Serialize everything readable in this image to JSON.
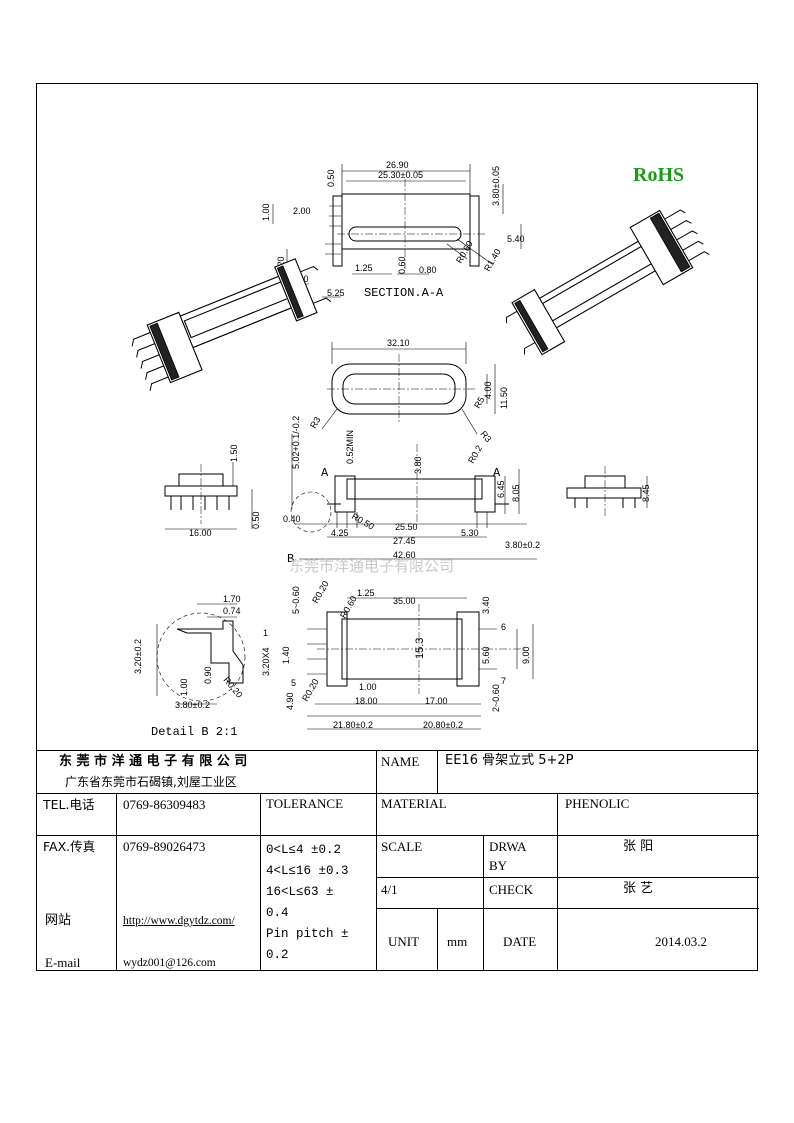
{
  "title_block": {
    "company": "东 莞 市 洋 通 电 子 有 限 公 司",
    "address": "广东省东莞市石碣镇,刘屋工业区",
    "name_label": "NAME",
    "name_value": "EE16 骨架立式 5+2P",
    "tel_label": "TEL.电话",
    "tel_value": "0769-86309483",
    "fax_label": "FAX.传真",
    "fax_value": "0769-89026473",
    "website_label": "网站",
    "website_value": "http://www.dgytdz.com/",
    "email_label": "E-mail",
    "email_value": "wydz001@126.com",
    "tolerance_label": "TOLERANCE",
    "tolerance_lines": [
      "0<L≤4  ±0.2",
      "4<L≤16 ±0.3",
      "16<L≤63 ±",
      "0.4",
      "Pin pitch ±",
      "0.2"
    ],
    "material_label": "MATERIAL",
    "material_value": "PHENOLIC",
    "scale_label": "SCALE",
    "scale_value": "4/1",
    "drawn_label_1": "DRWA",
    "drawn_label_2": "BY",
    "drawn_value": "张 阳",
    "check_label": "CHECK",
    "check_value": "张 艺",
    "unit_label": "UNIT",
    "unit_value": "mm",
    "date_label": "DATE",
    "date_value": "2014.03.2"
  },
  "drawing": {
    "rohs": "RoHS",
    "rohs_color": "#1a9a1a",
    "section_label": "SECTION.A-A",
    "detail_label": "Detail B 2:1",
    "watermark": "东莞市洋通电子有限公司",
    "label_a": "A",
    "label_b": "B",
    "dims": {
      "d2690": "26.90",
      "d2530": "25.30±0.05",
      "d050a": "0.50",
      "d380": "3.80±0.05",
      "d100": "1.00",
      "d200": "2.00",
      "d540": "5.40",
      "d320": "3.20",
      "d125a": "1.25",
      "d060": "0.60",
      "d080": "0.80",
      "d300": "3.00",
      "d525": "5.25",
      "r140": "R1.40",
      "r060": "R0.60",
      "d3210": "32.10",
      "d400": "4.00",
      "d1150": "11.50",
      "r3a": "R3",
      "r3b": "R3",
      "r5": "R5",
      "d150": "1.50",
      "d1600": "16.00",
      "d050b": "0.50",
      "d502": "5.02+0.1/-0.2",
      "d052min": "0.52MIN",
      "d380b": "3.80",
      "r02": "R0.2",
      "d645": "6.45",
      "d805": "8.05",
      "d845": "8.45",
      "d040": "0.40",
      "r050": "R0.50",
      "d2550": "25.50",
      "d425": "4.25",
      "d2745": "27.45",
      "d530": "5.30",
      "d4260": "42.60",
      "d380c": "3.80±0.2",
      "d170": "1.70",
      "d074": "0.74",
      "d320b": "3.20±0.2",
      "d100b": "1.00",
      "d090": "0.90",
      "r020a": "R0.20",
      "d380d": "3.80±0.2",
      "d560": "5~0.60",
      "r020b": "R0.20",
      "r060b": "R0.60",
      "d125b": "1.25",
      "d3500": "35.00",
      "d340": "3.40",
      "d3204": "3.20X4",
      "d140": "1.40",
      "d153": "15.3",
      "d560b": "5.60",
      "d900": "9.00",
      "r020c": "R0.20",
      "d100c": "1.00",
      "d490": "4.90",
      "d1800": "18.00",
      "d1700": "17.00",
      "d260": "2~0.60",
      "d2180": "21.80±0.2",
      "d2080": "20.80±0.2",
      "pin6": "6",
      "pin7": "7",
      "pin1": "1",
      "pin5": "5"
    }
  }
}
